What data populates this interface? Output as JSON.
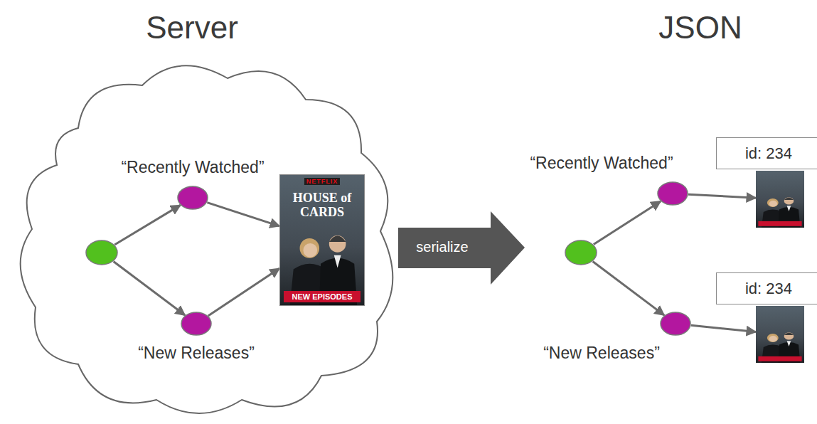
{
  "diagram": {
    "nodes": [
      {
        "text": [
          "Server"
        ]
      },
      {
        "text": [],
        "in": 0
      },
      {
        "text": [
          "“Recently Watched”"
        ],
        "in": 0
      },
      {
        "text": [
          "“New Releases”"
        ],
        "in": 0
      },
      {
        "text": [
          "NETFLIX",
          "HOUSE of CARDS",
          "NEW EPISODES"
        ],
        "in": 0
      },
      {
        "text": []
      },
      {
        "text": [
          "“Recently Watched”"
        ]
      },
      {
        "text": [
          "“New Releases”"
        ]
      },
      {
        "text": [
          "id: 234"
        ]
      },
      {
        "text": [
          "id: 234"
        ]
      }
    ],
    "edges": [
      {
        "from": 1,
        "to": 2,
        "arrow": "to"
      },
      {
        "from": 1,
        "to": 3,
        "arrow": "to"
      },
      {
        "from": 2,
        "to": 4,
        "arrow": "to"
      },
      {
        "from": 3,
        "to": 4,
        "arrow": "to"
      },
      {
        "from": 5,
        "to": 6,
        "arrow": "to"
      },
      {
        "from": 5,
        "to": 7,
        "arrow": "to"
      },
      {
        "from": 6,
        "to": 8,
        "arrow": "to"
      },
      {
        "from": 7,
        "to": 9,
        "arrow": "to"
      }
    ],
    "labels": [
      "JSON",
      "serialize"
    ]
  }
}
